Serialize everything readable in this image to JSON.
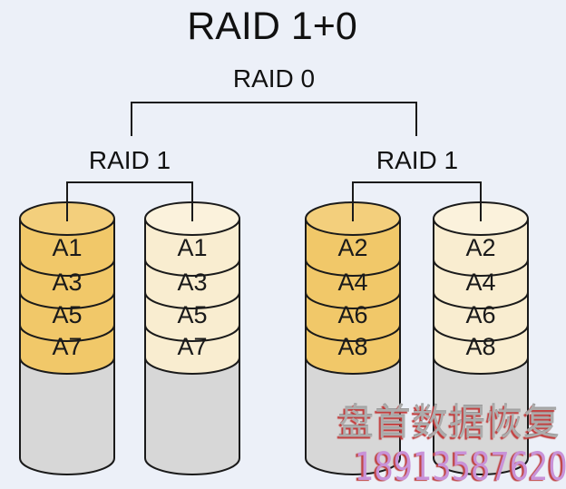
{
  "title": "RAID 1+0",
  "raid0_label": "RAID 0",
  "groups": [
    {
      "label": "RAID 1",
      "disks": [
        {
          "blocks": [
            "A1",
            "A3",
            "A5",
            "A7"
          ]
        },
        {
          "blocks": [
            "A1",
            "A3",
            "A5",
            "A7"
          ]
        }
      ]
    },
    {
      "label": "RAID 1",
      "disks": [
        {
          "blocks": [
            "A2",
            "A4",
            "A6",
            "A8"
          ]
        },
        {
          "blocks": [
            "A2",
            "A4",
            "A6",
            "A8"
          ]
        }
      ]
    }
  ],
  "watermark": {
    "company": "盘首数据恢复",
    "phone": "18913587620"
  },
  "colors": {
    "background": "#ECF0F8",
    "disk_primary_body": "#F1C869",
    "disk_primary_top": "#F3CF7C",
    "disk_mirror_body": "#F9EDD0",
    "disk_mirror_top": "#FBF2DC",
    "disk_unused": "#D7D7D7",
    "outline": "#1A1A1A",
    "watermark_text": "#ACACAC",
    "watermark_shadow": "#C23C3C",
    "watermark_phone": "#C892D8"
  }
}
